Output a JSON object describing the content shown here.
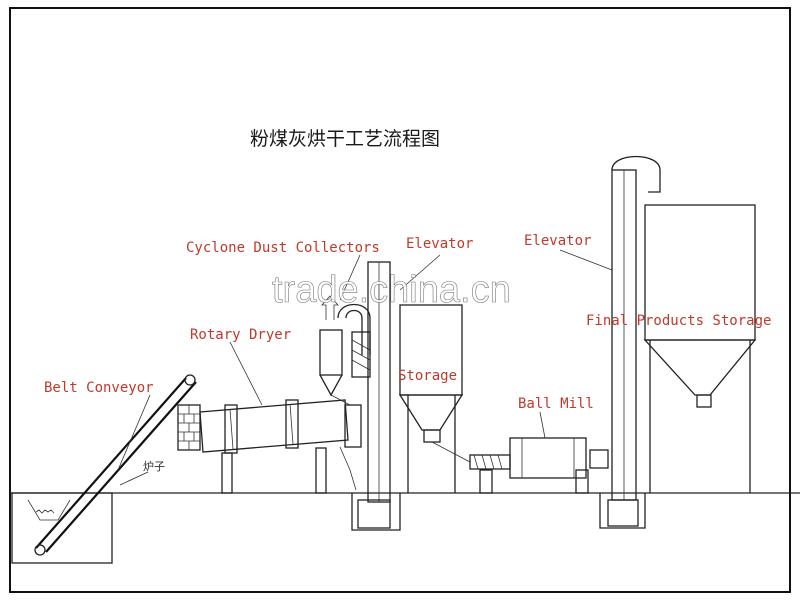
{
  "diagram": {
    "title": "粉煤灰烘干工艺流程图",
    "labels": {
      "cyclone": "Cyclone Dust Collectors",
      "elevator1": "Elevator",
      "elevator2": "Elevator",
      "final_storage": "Final Products Storage",
      "rotary_dryer": "Rotary Dryer",
      "storage": "Storage",
      "belt_conveyor": "Belt Conveyor",
      "ball_mill": "Ball Mill",
      "furnace": "炉子"
    },
    "watermark": "trade.china.cn"
  }
}
